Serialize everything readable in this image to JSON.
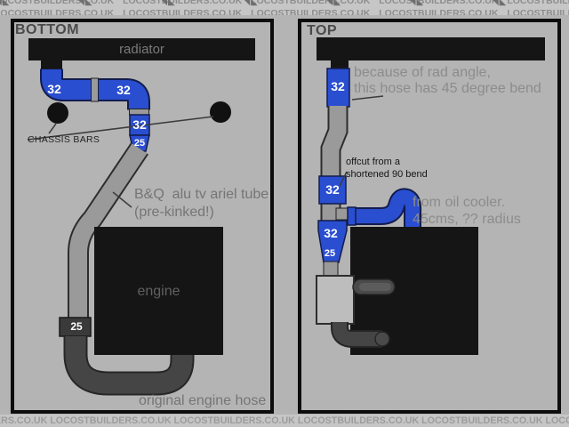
{
  "colors": {
    "panel_bg": "#b4b4b4",
    "strip_bg": "#c6c6c6",
    "black": "#151515",
    "blue": "#2a4ed0",
    "blue_edge": "#121c4e",
    "pipe_gray": "#9a9a9a",
    "pipe_edge": "#2d2d2d",
    "dark_hose": "#454545",
    "dark_hose_edge": "#262626",
    "note_gray": "#8c8c8c"
  },
  "watermark": {
    "top_row": "LOCOSTBUILDERS.CO.UK LOCOSTBUILDERS.CO.UK LOCOSTBUILDERS.CO.UK LOCOSTBUILDERS.CO.UK LOCOSTBUILDERS.CO.UK LOCOSTBUILDERS.CO.UK",
    "logo_row": "◥◣ ◥◣ ◥◣ ◥◣ ◥◣ ◥◣ ◥◣ ◥◣",
    "bottom_row": "ERS.CO.UK  LOCOSTBUILDERS.CO.UK  LOCOSTBUILDERS.CO.UK  LOCOSTBUILDERS.CO.UK  LOCOSTBUILDERS.CO.UK  LOCOSTBUILDERS.CO.UK  LOCOST"
  },
  "bottom_panel": {
    "title": "BOTTOM",
    "radiator_label": "radiator",
    "engine_label": "engine",
    "chassis_label": "CHASSIS BARS",
    "pipe_labels": {
      "elbow1": "32",
      "elbow2": "32",
      "seg3": "32",
      "reducer": "25",
      "coupler25": "25"
    },
    "notes": {
      "tube_line1": "B&Q  alu tv ariel tube",
      "tube_line2": "(pre-kinked!)",
      "original_hose": "original engine hose"
    }
  },
  "top_panel": {
    "title": "TOP",
    "pipe_labels": {
      "seg1": "32",
      "seg2": "32",
      "reducer_top": "32",
      "reducer_bottom": "25"
    },
    "notes": {
      "rad_line1": "because of rad angle,",
      "rad_line2": "this hose has 45 degree bend",
      "offcut_line1": "offcut from a",
      "offcut_line2": "shortened 90 bend",
      "oil_line1": "from oil cooler.",
      "oil_line2": "45cms, ?? radius"
    }
  }
}
